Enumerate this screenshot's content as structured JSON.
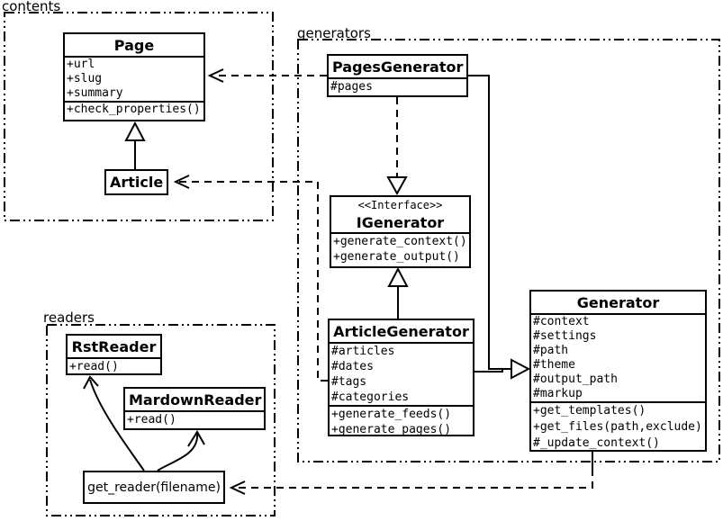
{
  "colors": {
    "line": "#000000",
    "background": "#ffffff"
  },
  "packages": {
    "contents": {
      "label": "contents"
    },
    "generators": {
      "label": "generators"
    },
    "readers": {
      "label": "readers"
    }
  },
  "classes": {
    "page": {
      "name": "Page",
      "attributes": [
        "+url",
        "+slug",
        "+summary"
      ],
      "methods": [
        "+check_properties()"
      ]
    },
    "article": {
      "name": "Article"
    },
    "pages_generator": {
      "name": "PagesGenerator",
      "attributes": [
        "#pages"
      ]
    },
    "igenerator": {
      "stereotype": "<<Interface>>",
      "name": "IGenerator",
      "methods": [
        "+generate_context()",
        "+generate_output()"
      ]
    },
    "article_generator": {
      "name": "ArticleGenerator",
      "attributes": [
        "#articles",
        "#dates",
        "#tags",
        "#categories"
      ],
      "methods": [
        "+generate_feeds()",
        "+generate_pages()"
      ]
    },
    "generator": {
      "name": "Generator",
      "attributes": [
        "#context",
        "#settings",
        "#path",
        "#theme",
        "#output_path",
        "#markup"
      ],
      "methods": [
        "+get_templates()",
        "+get_files(path,exclude)",
        "#_update_context()"
      ]
    },
    "rst_reader": {
      "name": "RstReader",
      "methods": [
        "+read()"
      ]
    },
    "mardown_reader": {
      "name": "MardownReader",
      "methods": [
        "+read()"
      ]
    },
    "get_reader": {
      "label": "get_reader(filename)"
    }
  },
  "relations": [
    {
      "from": "Article",
      "to": "Page",
      "type": "generalization-solid"
    },
    {
      "from": "PagesGenerator",
      "to": "Page",
      "type": "dependency-dashed"
    },
    {
      "from": "ArticleGenerator",
      "to": "Article",
      "type": "dependency-dashed"
    },
    {
      "from": "PagesGenerator",
      "to": "IGenerator",
      "type": "realization-dashed"
    },
    {
      "from": "ArticleGenerator",
      "to": "IGenerator",
      "type": "generalization-solid"
    },
    {
      "from": "PagesGenerator",
      "to": "Generator",
      "type": "generalization-solid"
    },
    {
      "from": "ArticleGenerator",
      "to": "Generator",
      "type": "generalization-solid"
    },
    {
      "from": "Generator",
      "to": "get_reader(filename)",
      "type": "dependency-dashed"
    },
    {
      "from": "get_reader(filename)",
      "to": "RstReader",
      "type": "arrow-curved"
    },
    {
      "from": "get_reader(filename)",
      "to": "MardownReader",
      "type": "arrow-curved"
    }
  ]
}
